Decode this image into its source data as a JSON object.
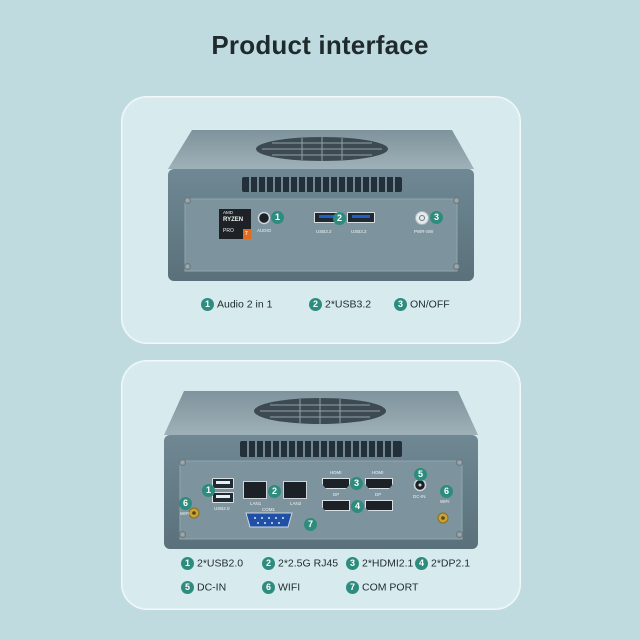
{
  "title": "Product interface",
  "colors": {
    "background": "#bfdbe0",
    "panel": "#d7eaee",
    "accent": "#2d8c7e",
    "device": "#5f7883"
  },
  "panel_top": {
    "device": {
      "cpu_badge": {
        "brand": "AMD",
        "line1": "RYZEN",
        "line2": "PRO",
        "tier": "7"
      },
      "port_labels": {
        "audio": "AUDIO",
        "usb_a": "USB3.2",
        "usb_b": "USB3.2",
        "power": "PWR-SW"
      },
      "callouts": [
        "1",
        "2",
        "3"
      ]
    },
    "legend": [
      {
        "num": "1",
        "label": "Audio 2 in 1"
      },
      {
        "num": "2",
        "label": "2*USB3.2"
      },
      {
        "num": "3",
        "label": "ON/OFF"
      }
    ]
  },
  "panel_bottom": {
    "device": {
      "port_labels": {
        "usb2": "USB2.0",
        "lan1": "LAN1",
        "lan2": "LAN2",
        "hdmi1": "HDMI",
        "hdmi2": "HDMI",
        "dp1": "DP",
        "dp2": "DP",
        "dcin": "DC-IN",
        "com": "COM1",
        "wifi_left": "WIFI",
        "wifi_right": "WIFI"
      },
      "callouts": [
        "1",
        "2",
        "3",
        "4",
        "5",
        "6",
        "6",
        "7"
      ]
    },
    "legend": [
      {
        "num": "1",
        "label": "2*USB2.0"
      },
      {
        "num": "2",
        "label": "2*2.5G RJ45"
      },
      {
        "num": "3",
        "label": "2*HDMI2.1"
      },
      {
        "num": "4",
        "label": "2*DP2.1"
      },
      {
        "num": "5",
        "label": "DC-IN"
      },
      {
        "num": "6",
        "label": "WIFI"
      },
      {
        "num": "7",
        "label": "COM PORT"
      }
    ]
  }
}
